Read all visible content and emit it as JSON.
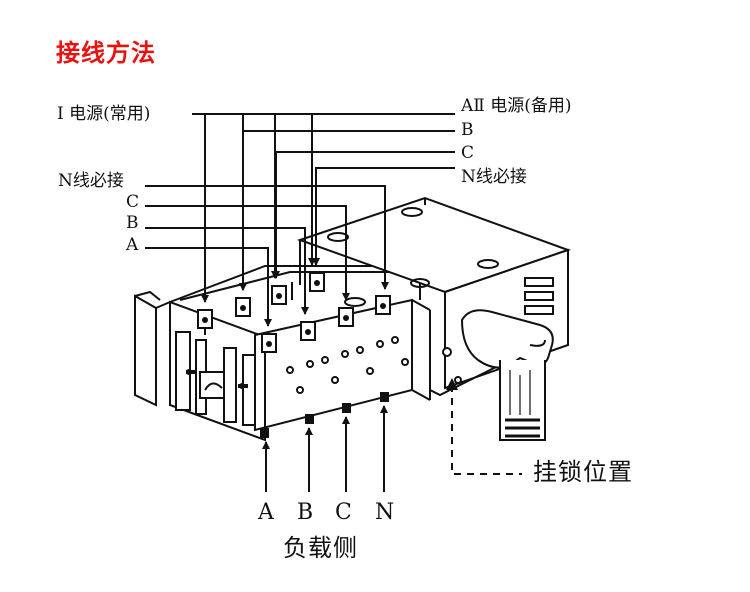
{
  "title": "接线方法",
  "source_i": {
    "label": "I 电源(常用)",
    "phases": [
      "N线必接",
      "C",
      "B",
      "A"
    ]
  },
  "source_ii": {
    "label": "AⅡ 电源(备用)",
    "phases": [
      "B",
      "C",
      "N线必接"
    ]
  },
  "load_side": {
    "phases": [
      "A",
      "B",
      "C",
      "N"
    ],
    "label": "负载侧"
  },
  "lock_position": "挂锁位置",
  "colors": {
    "title": "#e8120f",
    "ink": "#111111"
  }
}
